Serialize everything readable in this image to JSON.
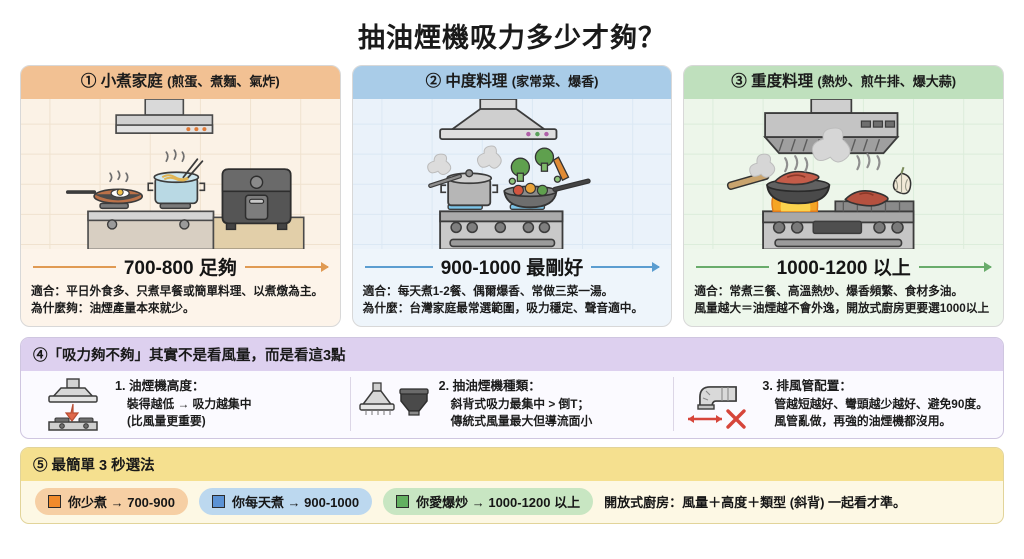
{
  "title": "抽油煙機吸力多少才夠？",
  "cards": [
    {
      "num": "①",
      "name": "小煮家庭",
      "sub": "(煎蛋、煮麵、氣炸)",
      "value": "700-800 足夠",
      "line1": "適合：平日外食多、只煮早餐或簡單料理、以煮燉為主。",
      "line2": "為什麼夠：油煙產量本來就少。",
      "accent": "#e09a53",
      "head_bg": "#f2c193",
      "body_bg": "#fdf4ea",
      "scene": "small-kitchen-scene"
    },
    {
      "num": "②",
      "name": "中度料理",
      "sub": "(家常菜、爆香)",
      "value": "900-1000 最剛好",
      "line1": "適合：每天煮1-2餐、偶爾爆香、常做三菜一湯。",
      "line2": "為什麼：台灣家庭最常選範圍，吸力穩定、聲音適中。",
      "accent": "#5b9dd0",
      "head_bg": "#a9cce8",
      "body_bg": "#eef5fb",
      "scene": "medium-kitchen-scene"
    },
    {
      "num": "③",
      "name": "重度料理",
      "sub": "(熱炒、煎牛排、爆大蒜)",
      "value": "1000-1200 以上",
      "line1": "適合：常煮三餐、高溫熱炒、爆香頻繁、食材多油。",
      "line2": "風量越大＝油煙越不會外逸，開放式廚房更要選1000以上",
      "accent": "#69ac6b",
      "head_bg": "#bfe0bd",
      "body_bg": "#eef7ec",
      "scene": "heavy-kitchen-scene"
    }
  ],
  "section4": {
    "heading": "④「吸力夠不夠」其實不是看風量，而是看這3點",
    "items": [
      {
        "title": "1. 油煙機高度：",
        "line2": "裝得越低 → 吸力越集中",
        "line3": "(比風量更重要)",
        "icon": "hood-height-icon"
      },
      {
        "title": "2. 抽油煙機種類：",
        "line2": "斜背式吸力最集中 > 倒T；",
        "line3": "傳統式風量最大但導流面小",
        "icon": "hood-types-icon"
      },
      {
        "title": "3. 排風管配置：",
        "line2": "管越短越好、彎頭越少越好、避免90度。",
        "line3": "風管亂做，再強的油煙機都沒用。",
        "icon": "duct-layout-icon"
      }
    ]
  },
  "section5": {
    "heading": "⑤ 最簡單 3 秒選法",
    "pills": [
      {
        "label": "你少煮 → 700-900",
        "color": "#f08a2b"
      },
      {
        "label": "你每天煮 → 900-1000",
        "color": "#5b92d4"
      },
      {
        "label": "你愛爆炒 → 1000-1200 以上",
        "color": "#62b060"
      }
    ],
    "tail": "開放式廚房：風量＋高度＋類型 (斜背) 一起看才準。"
  }
}
